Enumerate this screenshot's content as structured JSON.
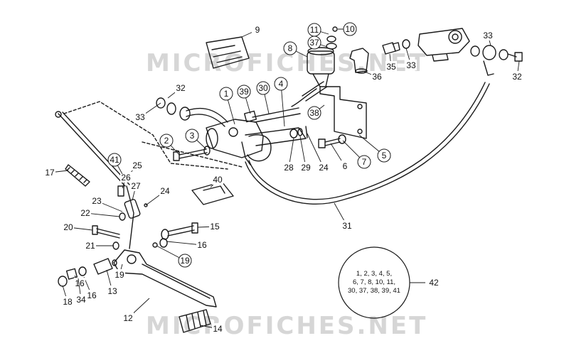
{
  "watermark": {
    "text": "MICROFICHES.NET",
    "color": "#d0d0d0"
  },
  "line_color": "#1a1a1a",
  "kit": {
    "number": "42",
    "contents": [
      "1, 2, 3, 4, 5,",
      "6, 7, 8, 10, 11,",
      "30, 37, 38, 39, 41"
    ]
  },
  "callouts": [
    "1",
    "2",
    "3",
    "4",
    "5",
    "6",
    "7",
    "8",
    "9",
    "10",
    "11",
    "12",
    "13",
    "14",
    "15",
    "16",
    "16",
    "16",
    "17",
    "18",
    "19",
    "19",
    "20",
    "21",
    "22",
    "23",
    "24",
    "24",
    "25",
    "26",
    "27",
    "28",
    "29",
    "30",
    "31",
    "32",
    "32",
    "33",
    "33",
    "33",
    "34",
    "35",
    "36",
    "37",
    "38",
    "39",
    "40",
    "41",
    "42"
  ]
}
